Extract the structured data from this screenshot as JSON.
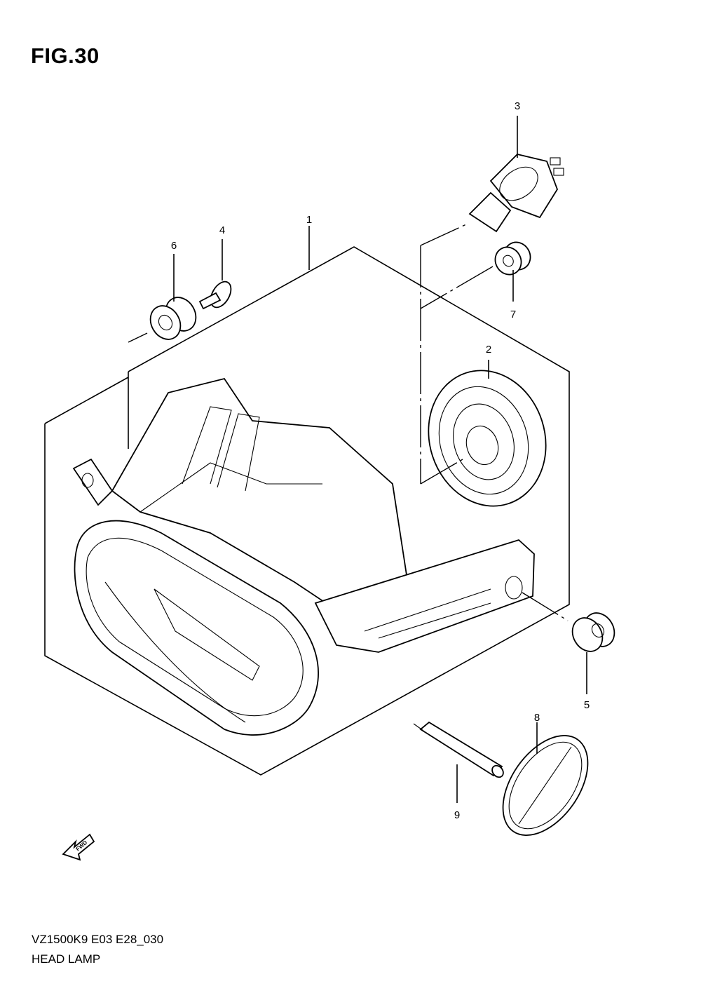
{
  "figure": {
    "title": "FIG.30"
  },
  "callouts": [
    {
      "id": "1",
      "label": "1"
    },
    {
      "id": "2",
      "label": "2"
    },
    {
      "id": "3",
      "label": "3"
    },
    {
      "id": "4",
      "label": "4"
    },
    {
      "id": "5",
      "label": "5"
    },
    {
      "id": "6",
      "label": "6"
    },
    {
      "id": "7",
      "label": "7"
    },
    {
      "id": "8",
      "label": "8"
    },
    {
      "id": "9",
      "label": "9"
    }
  ],
  "fwd_marker": {
    "label": "FWD",
    "icon": "forward-arrow-icon"
  },
  "footer": {
    "code": "VZ1500K9 E03 E28_030",
    "name": "HEAD LAMP"
  }
}
